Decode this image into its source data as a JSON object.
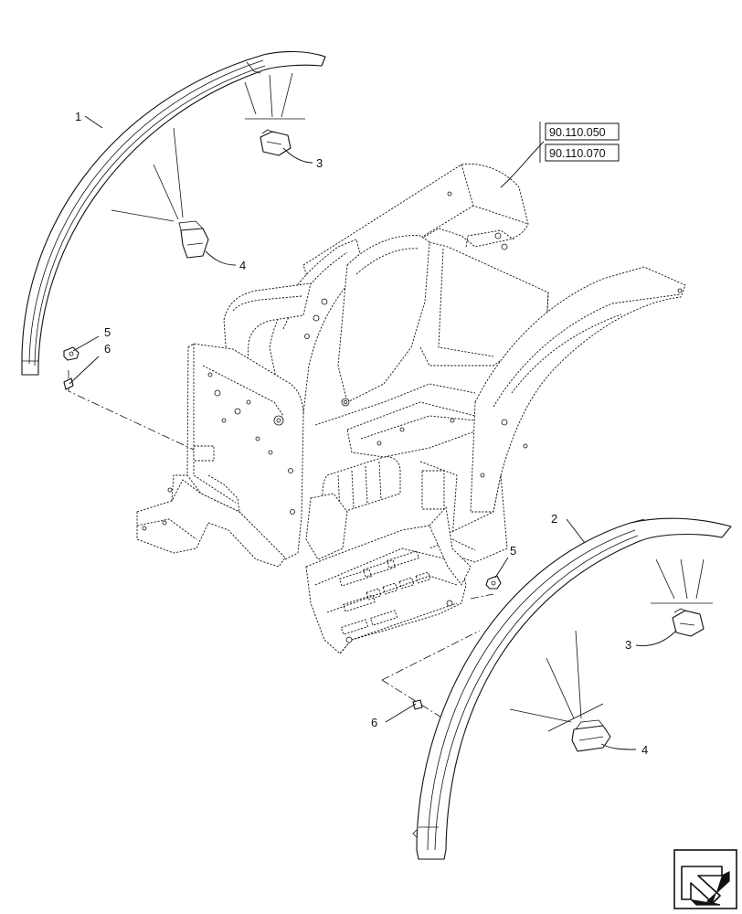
{
  "callouts": [
    {
      "id": "c1",
      "text": "1"
    },
    {
      "id": "c2",
      "text": "2"
    },
    {
      "id": "c3a",
      "text": "3"
    },
    {
      "id": "c3b",
      "text": "3"
    },
    {
      "id": "c4a",
      "text": "4"
    },
    {
      "id": "c4b",
      "text": "4"
    },
    {
      "id": "c5a",
      "text": "5"
    },
    {
      "id": "c5b",
      "text": "5"
    },
    {
      "id": "c6a",
      "text": "6"
    },
    {
      "id": "c6b",
      "text": "6"
    }
  ],
  "references": [
    "90.110.050",
    "90.110.070"
  ],
  "icons": {
    "navigation": "previous-page-arrow-icon"
  }
}
